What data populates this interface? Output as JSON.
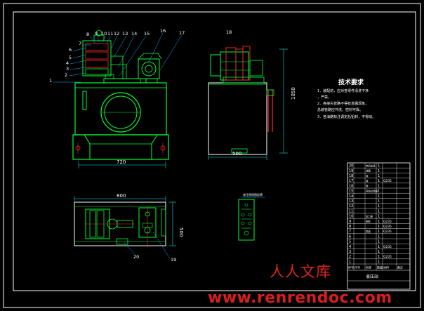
{
  "balloons": [
    "1",
    "2",
    "3",
    "4",
    "5",
    "6",
    "7",
    "8",
    "9",
    "10",
    "11",
    "12",
    "13",
    "14",
    "15",
    "16",
    "17",
    "18",
    "19",
    "20"
  ],
  "dimensions": {
    "front_width": "720",
    "side_height": "1050",
    "side_width": "500",
    "plan_width": "800",
    "plan_depth": "500"
  },
  "tech_req": {
    "title": "技术要求",
    "lines": [
      "1．装配前，应对各零件清洗干净",
      "，严禁。",
      "2．各接头管路不得有渗漏现象，",
      "总装管路应冲洗，密封可靠。",
      "3．各油路标注调定后铅封，不得动。"
    ]
  },
  "panel_label": "液压原理图标牌",
  "bom": {
    "rows": [
      {
        "no": "20",
        "name": "电机总成",
        "qty": "1",
        "mat": "",
        "note": ""
      },
      {
        "no": "19",
        "name": "油箱",
        "qty": "1",
        "mat": "",
        "note": ""
      },
      {
        "no": "18",
        "name": "阀",
        "qty": "1",
        "mat": "",
        "note": ""
      },
      {
        "no": "17",
        "name": "阀",
        "qty": "1",
        "mat": "Q235",
        "note": ""
      },
      {
        "no": "16",
        "name": "阀",
        "qty": "1",
        "mat": "",
        "note": ""
      },
      {
        "no": "15",
        "name": "回油过滤器",
        "qty": "1",
        "mat": "",
        "note": ""
      },
      {
        "no": "14",
        "name": "",
        "qty": "1",
        "mat": "",
        "note": ""
      },
      {
        "no": "13",
        "name": "",
        "qty": "1",
        "mat": "",
        "note": ""
      },
      {
        "no": "12",
        "name": "",
        "qty": "1",
        "mat": "",
        "note": ""
      },
      {
        "no": "11",
        "name": "",
        "qty": "1",
        "mat": "",
        "note": ""
      },
      {
        "no": "10",
        "name": "压力表",
        "qty": "1",
        "mat": "",
        "note": ""
      },
      {
        "no": "9",
        "name": "阀板",
        "qty": "1",
        "mat": "Q235",
        "note": ""
      },
      {
        "no": "8",
        "name": "",
        "qty": "1",
        "mat": "Q235",
        "note": ""
      },
      {
        "no": "7",
        "name": "泵座",
        "qty": "1",
        "mat": "Q235",
        "note": ""
      },
      {
        "no": "6",
        "name": "",
        "qty": "1",
        "mat": "",
        "note": ""
      },
      {
        "no": "5",
        "name": "",
        "qty": "1",
        "mat": "",
        "note": ""
      },
      {
        "no": "4",
        "name": "",
        "qty": "1",
        "mat": "Q235",
        "note": ""
      },
      {
        "no": "3",
        "name": "",
        "qty": "1",
        "mat": "",
        "note": ""
      },
      {
        "no": "2",
        "name": "",
        "qty": "1",
        "mat": "Q235",
        "note": ""
      },
      {
        "no": "1",
        "name": "",
        "qty": "1",
        "mat": "",
        "note": ""
      }
    ],
    "header": [
      "序号",
      "代号",
      "名称",
      "数量",
      "材料",
      "备注"
    ],
    "title_block": "液压站"
  },
  "watermark": {
    "cn": "人人文库",
    "url": "www.renrendoc.com"
  },
  "colors": {
    "background": "#000000",
    "part": "#00ff33",
    "frame": "#ffffff",
    "dim": "#00e5e5",
    "leader": "#00b4ff",
    "red": "#ff2a2a",
    "yellow": "#ffff33",
    "watermark": "#e0251b"
  }
}
